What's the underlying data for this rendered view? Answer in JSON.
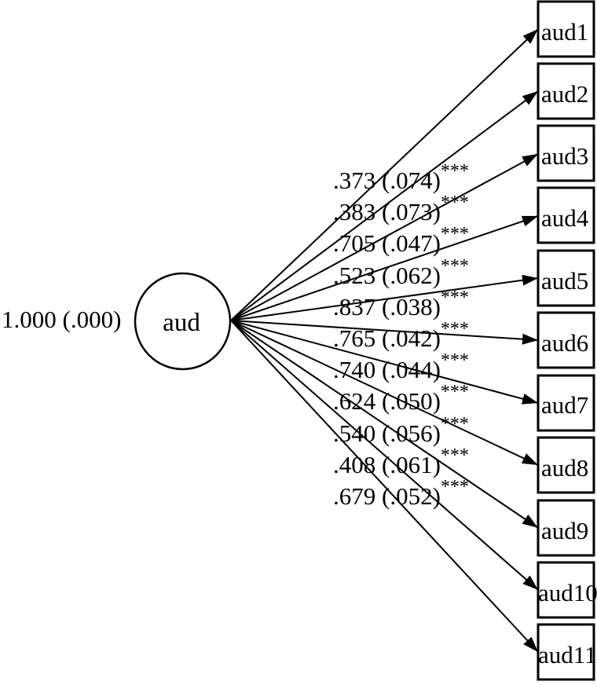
{
  "diagram": {
    "type": "sem-cfa-path-diagram",
    "latent": {
      "label": "aud",
      "variance_label": "1.000 (.000)"
    },
    "indicators": [
      {
        "name": "aud1",
        "loading": ".373 (.074)",
        "sig": "***"
      },
      {
        "name": "aud2",
        "loading": ".383 (.073)",
        "sig": "***"
      },
      {
        "name": "aud3",
        "loading": ".705 (.047)",
        "sig": "***"
      },
      {
        "name": "aud4",
        "loading": ".523 (.062)",
        "sig": "***"
      },
      {
        "name": "aud5",
        "loading": ".837 (.038)",
        "sig": "***"
      },
      {
        "name": "aud6",
        "loading": ".765 (.042)",
        "sig": "***"
      },
      {
        "name": "aud7",
        "loading": ".740 (.044)",
        "sig": "***"
      },
      {
        "name": "aud8",
        "loading": ".624 (.050)",
        "sig": "***"
      },
      {
        "name": "aud9",
        "loading": ".540 (.056)",
        "sig": "***"
      },
      {
        "name": "aud10",
        "loading": ".408 (.061)",
        "sig": "***"
      },
      {
        "name": "aud11",
        "loading": ".679 (.052)",
        "sig": "***"
      }
    ],
    "colors": {
      "stroke": "#000000",
      "background": "#ffffff"
    }
  }
}
